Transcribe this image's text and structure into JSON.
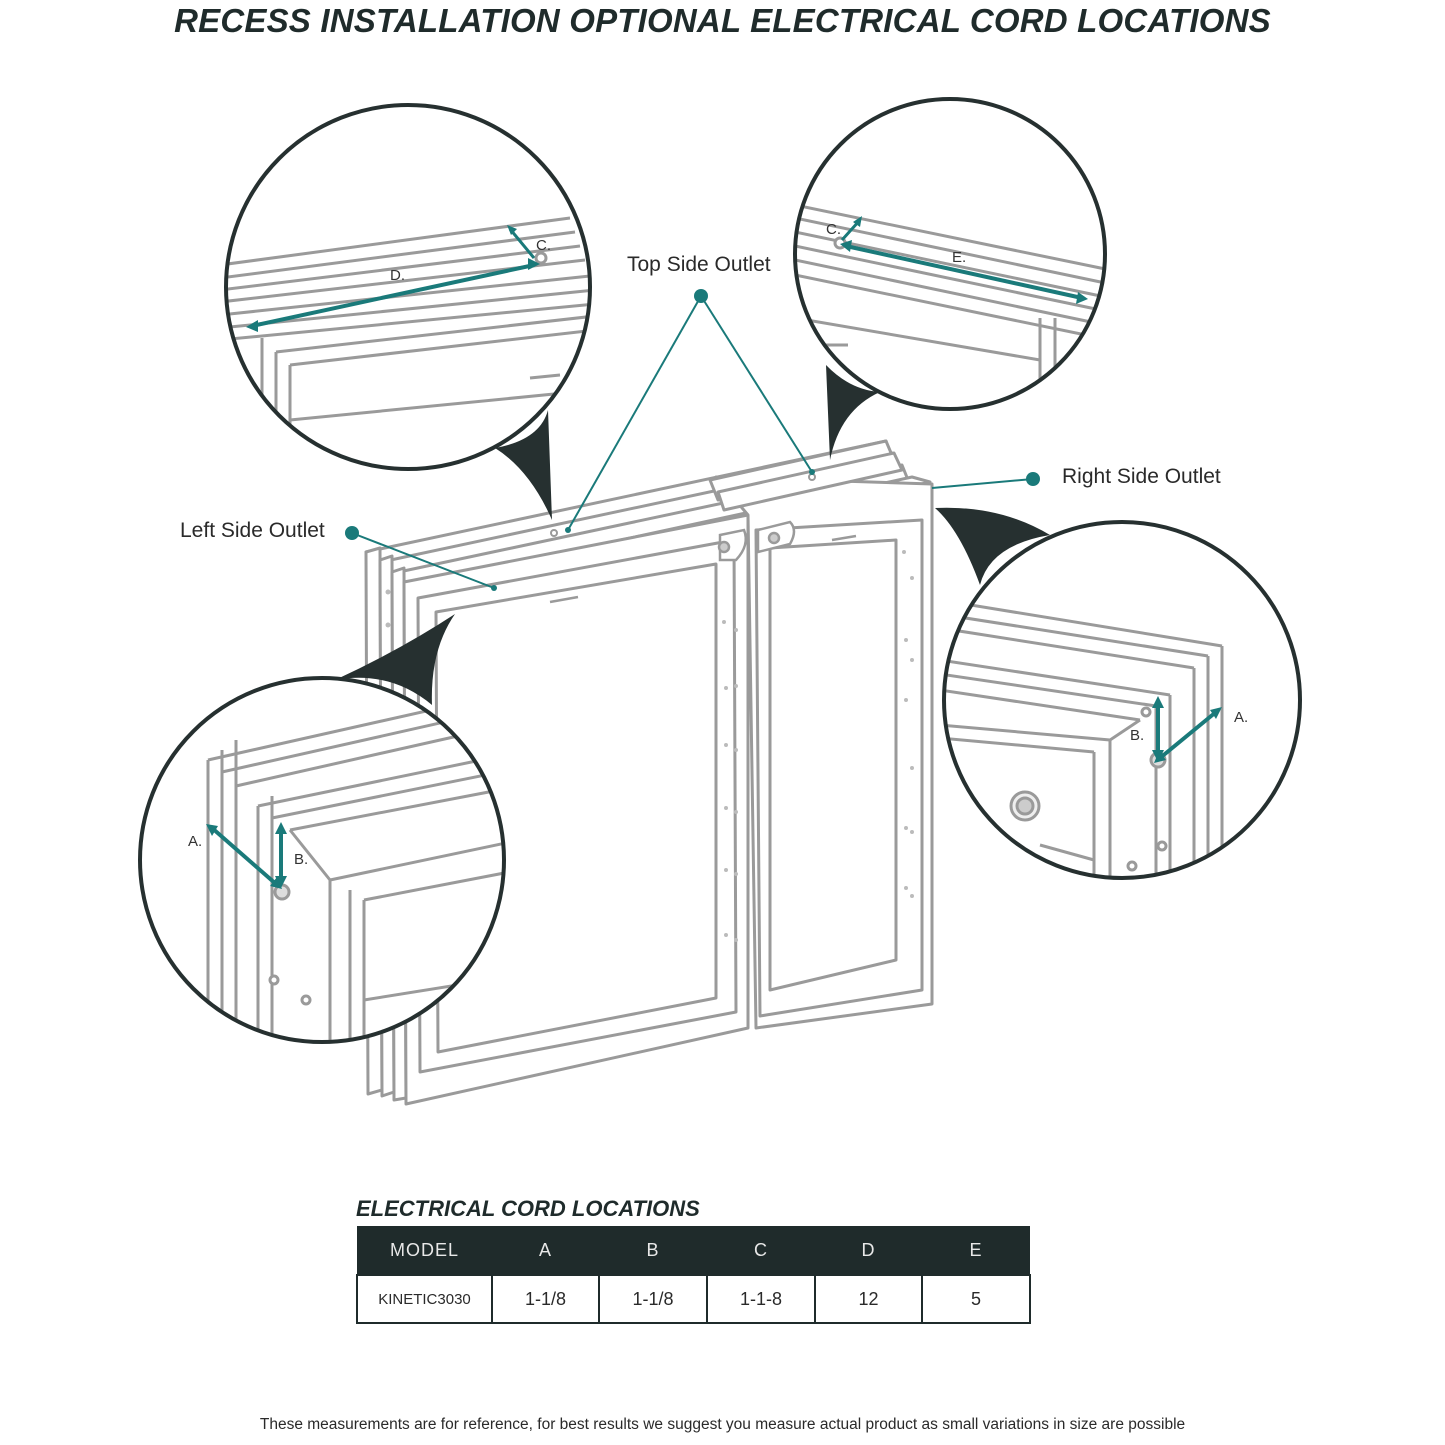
{
  "title": "RECESS INSTALLATION OPTIONAL ELECTRICAL CORD LOCATIONS",
  "callouts": {
    "top": "Top Side Outlet",
    "right": "Right Side Outlet",
    "left": "Left Side Outlet"
  },
  "dimension_labels": {
    "a": "A.",
    "b": "B.",
    "c": "C.",
    "d": "D.",
    "e": "E."
  },
  "colors": {
    "accent": "#1a7a7a",
    "dark": "#1f2b2b",
    "line": "#9a9a9a"
  },
  "table": {
    "title": "ELECTRICAL CORD LOCATIONS",
    "headers": [
      "MODEL",
      "A",
      "B",
      "C",
      "D",
      "E"
    ],
    "row": [
      "KINETIC3030",
      "1-1/8",
      "1-1/8",
      "1-1-8",
      "12",
      "5"
    ]
  },
  "footer": "These measurements are for reference, for best results we suggest you measure actual product as small variations in size are possible"
}
